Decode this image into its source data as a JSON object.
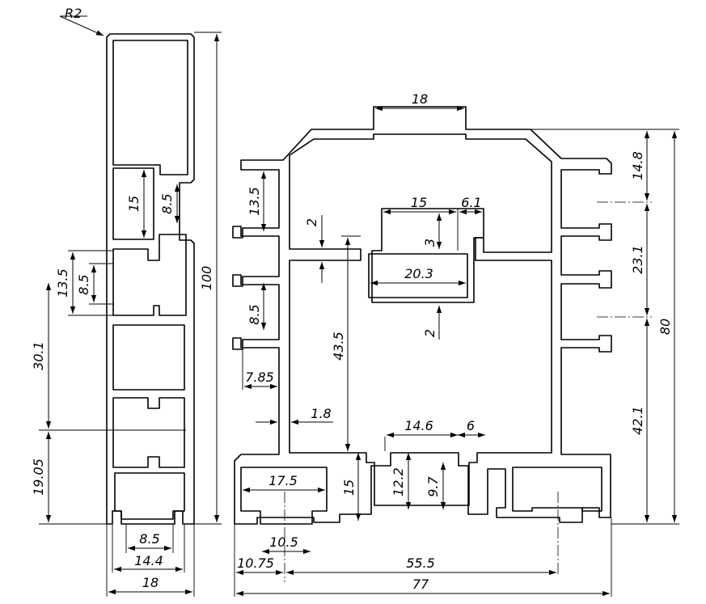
{
  "drawing": {
    "left_profile": {
      "corner_radius": "R2",
      "dimensions": [
        "15",
        "8.5",
        "100",
        "13.5",
        "8.5",
        "30.1",
        "19.05",
        "8.5",
        "14.4",
        "18"
      ]
    },
    "right_profile": {
      "dimensions": [
        "18",
        "14.8",
        "23.1",
        "42.1",
        "80",
        "13.5",
        "8.5",
        "7.85",
        "2",
        "15",
        "6.1",
        "3",
        "20.3",
        "2",
        "43.5",
        "1.8",
        "14.6",
        "6",
        "12.2",
        "9.7",
        "15",
        "17.5",
        "10.5",
        "10.75",
        "55.5",
        "77"
      ]
    },
    "colors": {
      "line": "#000000",
      "background": "#ffffff"
    }
  }
}
